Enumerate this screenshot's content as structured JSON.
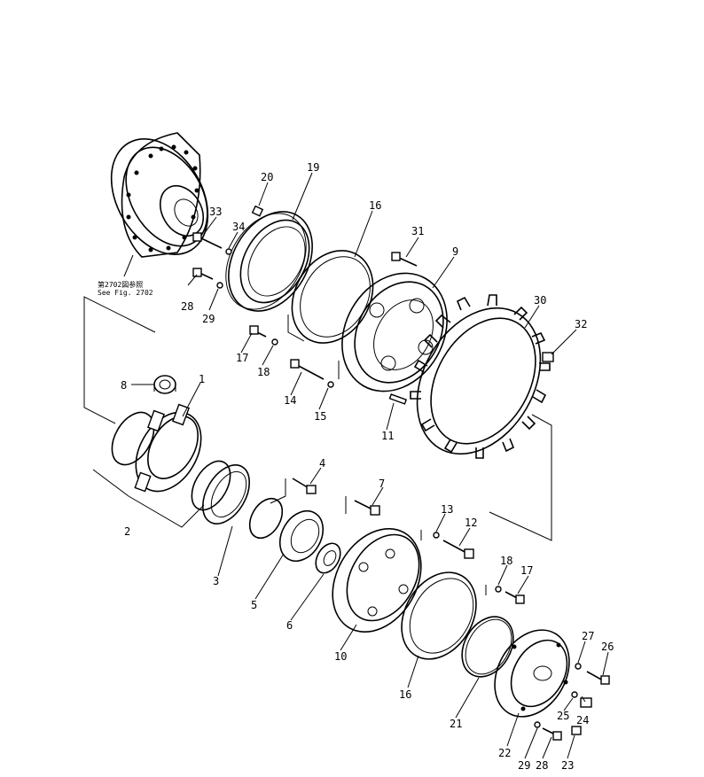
{
  "reference": {
    "line1": "第2702図参照",
    "line2": "See Fig. 2702"
  },
  "parts": [
    {
      "num": "1"
    },
    {
      "num": "2"
    },
    {
      "num": "3"
    },
    {
      "num": "4"
    },
    {
      "num": "5"
    },
    {
      "num": "6"
    },
    {
      "num": "7"
    },
    {
      "num": "8"
    },
    {
      "num": "9"
    },
    {
      "num": "10"
    },
    {
      "num": "11"
    },
    {
      "num": "12"
    },
    {
      "num": "13"
    },
    {
      "num": "14"
    },
    {
      "num": "15"
    },
    {
      "num": "16"
    },
    {
      "num": "16"
    },
    {
      "num": "17"
    },
    {
      "num": "17"
    },
    {
      "num": "18"
    },
    {
      "num": "18"
    },
    {
      "num": "19"
    },
    {
      "num": "20"
    },
    {
      "num": "21"
    },
    {
      "num": "22"
    },
    {
      "num": "23"
    },
    {
      "num": "24"
    },
    {
      "num": "25"
    },
    {
      "num": "26"
    },
    {
      "num": "27"
    },
    {
      "num": "28"
    },
    {
      "num": "28"
    },
    {
      "num": "29"
    },
    {
      "num": "29"
    },
    {
      "num": "30"
    },
    {
      "num": "31"
    },
    {
      "num": "32"
    },
    {
      "num": "33"
    },
    {
      "num": "34"
    }
  ]
}
